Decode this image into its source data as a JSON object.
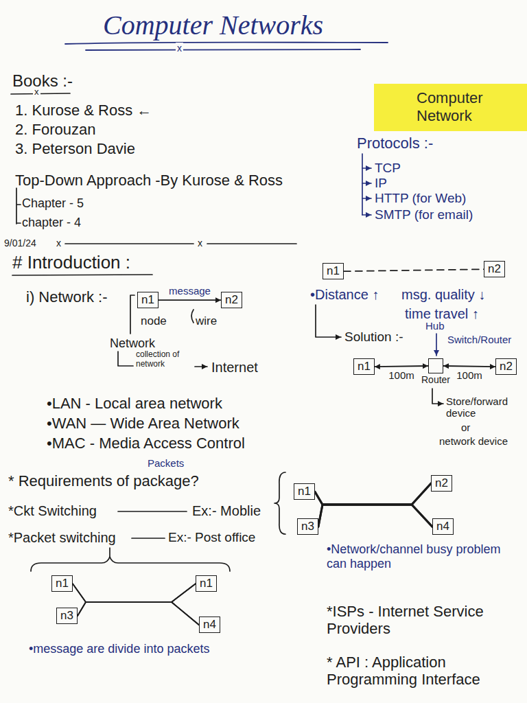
{
  "diagram": {
    "title": "Computer Networks",
    "nodes": [
      {
        "text": [
          "Computer Network"
        ]
      },
      {
        "text": [
          "n1"
        ]
      },
      {
        "text": [
          "n2"
        ]
      },
      {
        "text": [
          "n1"
        ]
      },
      {
        "text": [
          "n2"
        ]
      },
      {
        "text": [
          "n1"
        ]
      },
      {
        "text": [
          "Router"
        ]
      },
      {
        "text": [
          "n2"
        ]
      },
      {
        "text": [
          "n1"
        ]
      },
      {
        "text": [
          "n3"
        ]
      },
      {
        "text": [
          "n2"
        ]
      },
      {
        "text": [
          "n4"
        ]
      },
      {
        "text": [
          "n1"
        ]
      },
      {
        "text": [
          "n3"
        ]
      },
      {
        "text": [
          "n1"
        ]
      },
      {
        "text": [
          "n4"
        ]
      }
    ],
    "edges": [
      {
        "from": 1,
        "to": 2,
        "arrow": "to",
        "label": "message"
      },
      {
        "from": 3,
        "to": 4,
        "arrow": "none"
      },
      {
        "from": 5,
        "to": 6,
        "arrow": "both",
        "label": "100m"
      },
      {
        "from": 6,
        "to": 7,
        "arrow": "both",
        "label": "100m"
      },
      {
        "from": 8,
        "to": 10,
        "arrow": "none"
      },
      {
        "from": 8,
        "to": 11,
        "arrow": "none"
      },
      {
        "from": 9,
        "to": 10,
        "arrow": "none"
      },
      {
        "from": 9,
        "to": 11,
        "arrow": "none"
      },
      {
        "from": 12,
        "to": 14,
        "arrow": "none"
      },
      {
        "from": 12,
        "to": 15,
        "arrow": "none"
      },
      {
        "from": 13,
        "to": 14,
        "arrow": "none"
      },
      {
        "from": 13,
        "to": 15,
        "arrow": "none"
      }
    ],
    "labels": [
      "x",
      "Books :-",
      "x",
      "1. Kurose & Ross ←",
      "2. Forouzan",
      "3. Peterson Davie",
      "Top-Down Approach -By Kurose & Ross",
      "Chapter - 5",
      "chapter - 4",
      "9/01/24",
      "x",
      "x",
      "# Introduction :",
      "i) Network :-",
      "node",
      "wire",
      "Network",
      "collection of network",
      "Internet",
      "•LAN - Local area network",
      "•WAN — Wide Area Network",
      "•MAC - Media Access Control",
      "Packets",
      "* Requirements of package?",
      "*Ckt Switching",
      "Ex:- Moblie",
      "*Packet switching",
      "Ex:- Post office",
      "•message are divide into packets",
      "Protocols :-",
      "TCP",
      "IP",
      "HTTP (for Web)",
      "SMTP (for email)",
      "•Distance ↑",
      "msg. quality ↓",
      "time travel ↑",
      "Solution :-",
      "Hub",
      "Switch/Router",
      "Store/forward device",
      "or",
      "network device",
      "•Network/channel busy problem can happen",
      "*ISPs - Internet Service Providers",
      "* API : Application Programming Interface"
    ]
  }
}
